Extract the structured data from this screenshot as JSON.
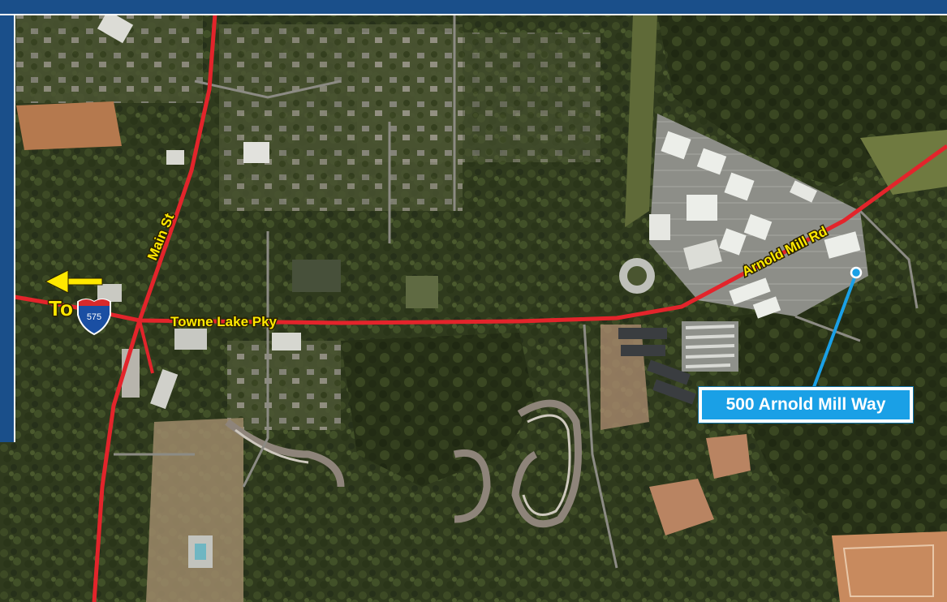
{
  "map": {
    "roads": [
      {
        "name": "Main St",
        "color": "#e3242b"
      },
      {
        "name": "Towne Lake Pky",
        "color": "#e3242b"
      },
      {
        "name": "Arnold Mill Rd",
        "color": "#e3242b"
      }
    ],
    "direction": {
      "text": "To",
      "shield_number": "575",
      "arrow_color": "#ffe800"
    },
    "marker": {
      "label": "500 Arnold Mill Way",
      "color": "#1aa0e6"
    },
    "frame_color": "#1a4f8a"
  }
}
